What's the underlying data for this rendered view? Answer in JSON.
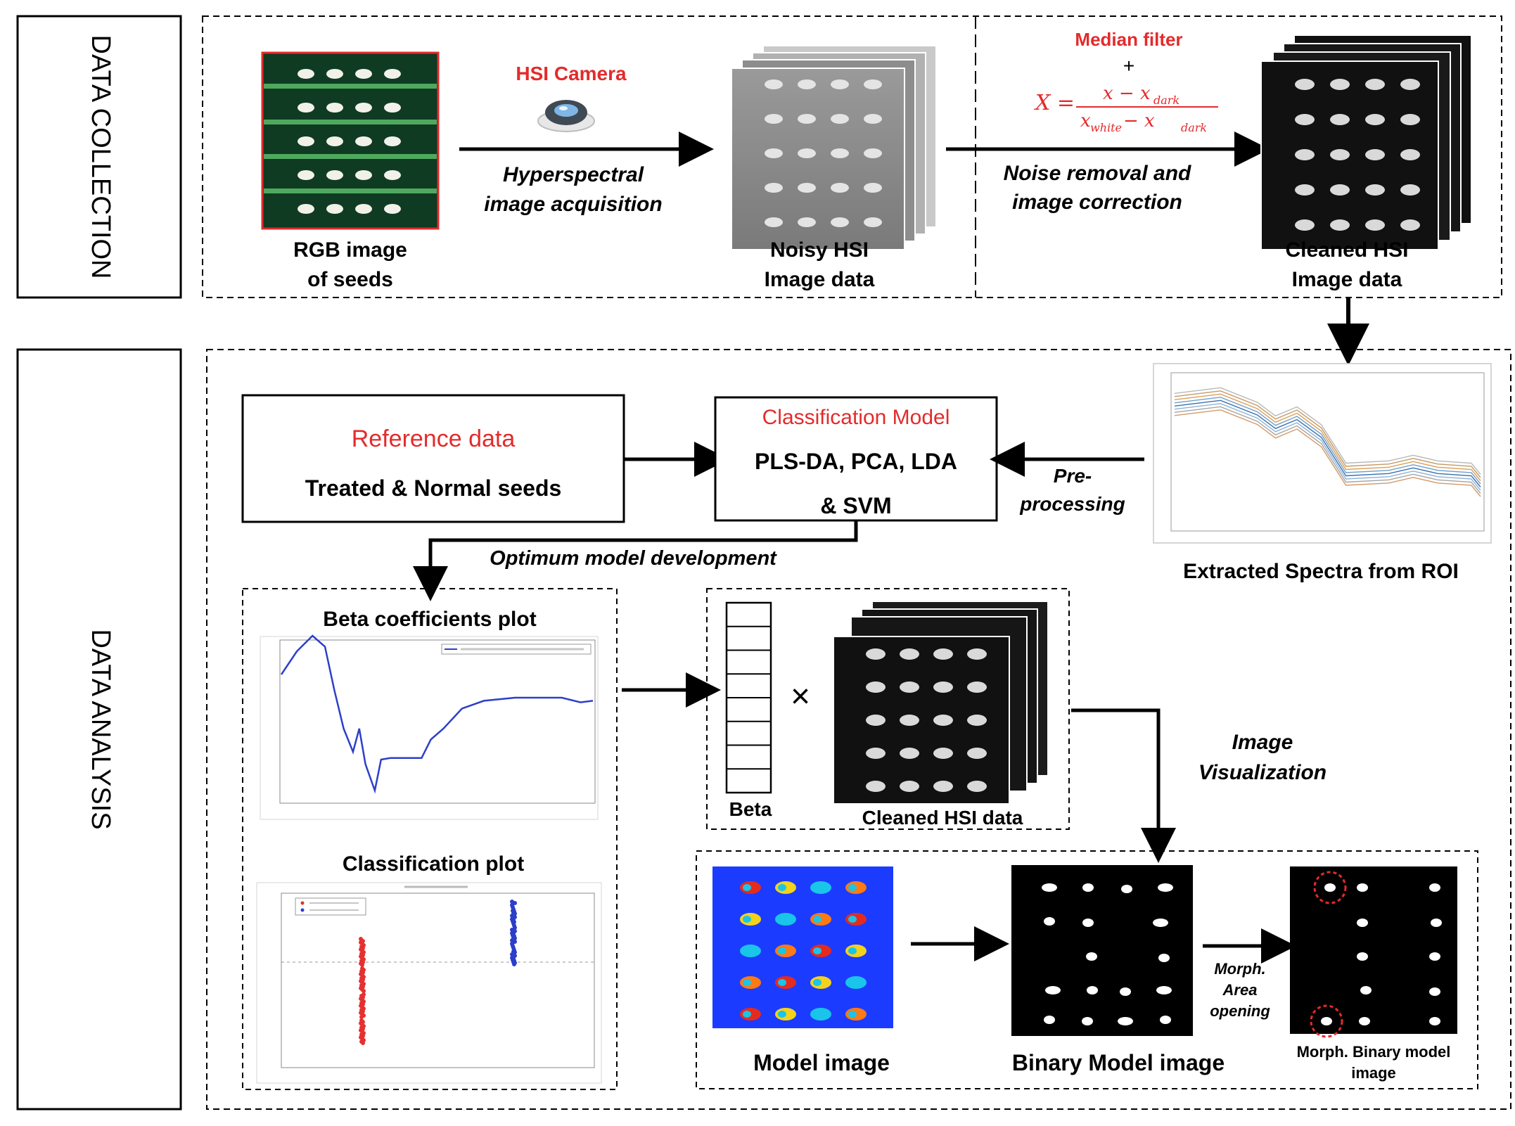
{
  "sections": {
    "collection": "DATA COLLECTION",
    "analysis": "DATA ANALYSIS"
  },
  "collection": {
    "rgb_caption_1": "RGB image",
    "rgb_caption_2": "of seeds",
    "camera_label": "HSI Camera",
    "acq_1": "Hyperspectral",
    "acq_2": "image acquisition",
    "noisy_caption_1": "Noisy HSI",
    "noisy_caption_2": "Image data",
    "median_filter": "Median filter",
    "plus": "+",
    "formula_lhs": "X =",
    "formula_num": "x − x",
    "formula_num_sub": "dark",
    "formula_den": "x",
    "formula_den_sub1": "white",
    "formula_den_mid": " − x",
    "formula_den_sub2": "dark",
    "noise_1": "Noise removal and",
    "noise_2": "image correction",
    "clean_caption_1": "Cleaned HSI",
    "clean_caption_2": "Image data"
  },
  "analysis": {
    "reference_title": "Reference data",
    "reference_body": "Treated & Normal seeds",
    "model_title": "Classification Model",
    "model_body_1": "PLS-DA, PCA, LDA",
    "model_body_2": "& SVM",
    "pre_1": "Pre-",
    "pre_2": "processing",
    "spectra_caption": "Extracted Spectra from ROI",
    "optimum": "Optimum model development",
    "beta_title": "Beta coefficients plot",
    "class_title": "Classification plot",
    "beta_label": "Beta",
    "times": "×",
    "cleaned_label": "Cleaned HSI data",
    "visual_1": "Image",
    "visual_2": "Visualization",
    "model_image": "Model image",
    "binary_image": "Binary Model image",
    "morph_op_1": "Morph.",
    "morph_op_2": "Area",
    "morph_op_3": "opening",
    "morph_caption_1": "Morph. Binary model",
    "morph_caption_2": "image"
  },
  "colors": {
    "accent_red": "#e32b2b",
    "model_blue": "#1b3cff",
    "series_blue": "#2d3fc9",
    "series_red": "#e53131"
  }
}
